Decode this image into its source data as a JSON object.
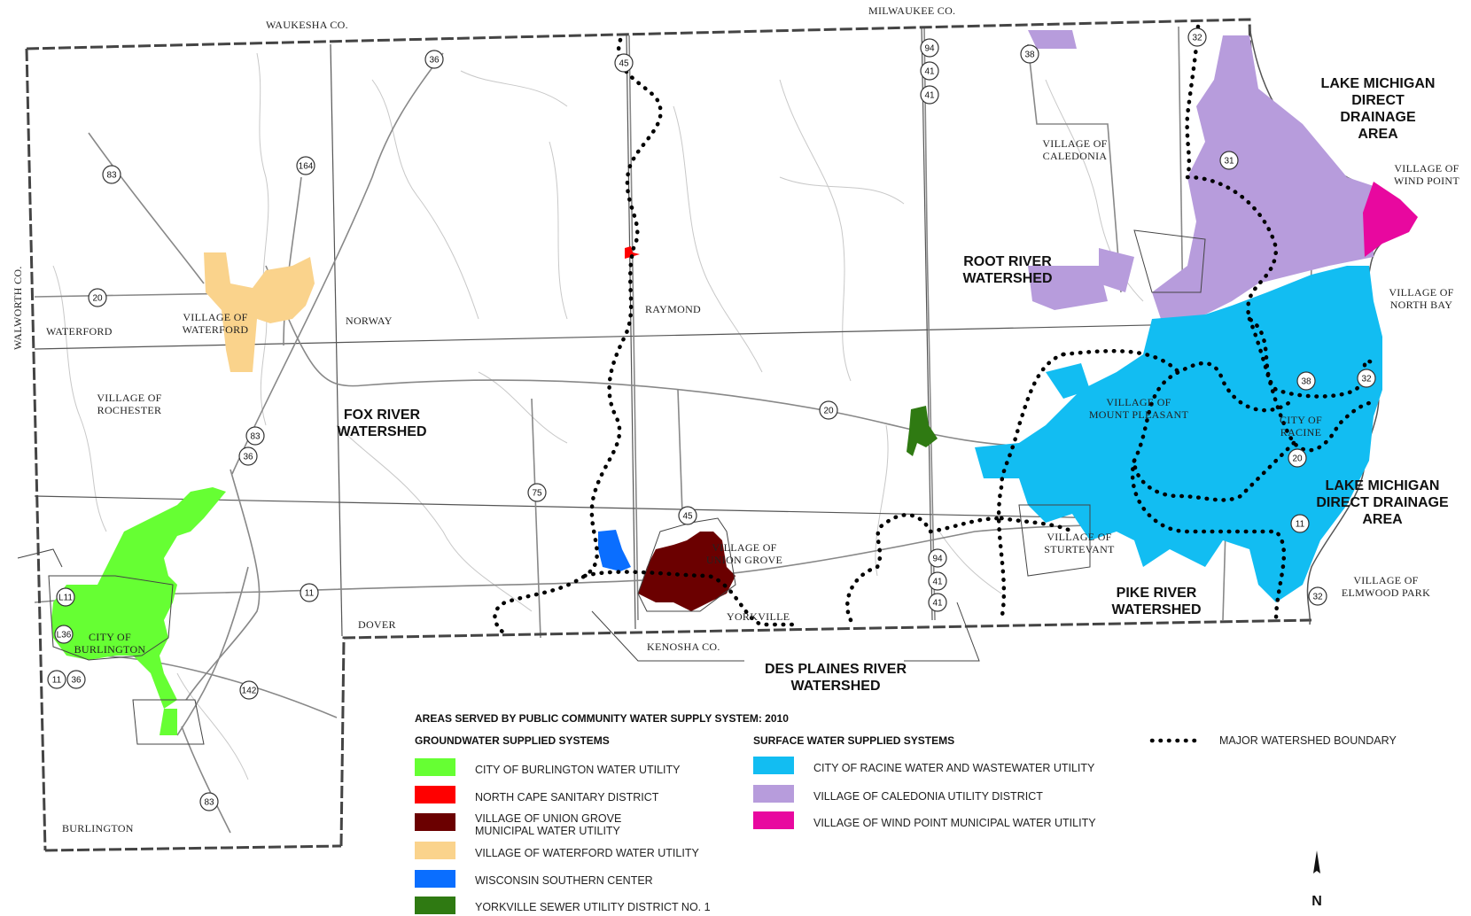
{
  "colors": {
    "burlington": "#66ff33",
    "north_cape": "#ff0000",
    "union_grove": "#6b0000",
    "waterford": "#fad38c",
    "wisconsin_southern": "#0a6eff",
    "yorkville": "#2f7a12",
    "racine": "#12bdf2",
    "caledonia": "#b79cdc",
    "wind_point": "#e8089f",
    "boundary": "#000000",
    "county_line": "#444444",
    "road": "#8a8a8a",
    "water": "#bbbbbb"
  },
  "counties": {
    "waukesha": "WAUKESHA   CO.",
    "milwaukee": "MILWAUKEE   CO.",
    "walworth": "WALWORTH   CO.",
    "kenosha": "KENOSHA   CO."
  },
  "towns": {
    "waterford": "WATERFORD",
    "norway": "NORWAY",
    "raymond": "RAYMOND",
    "dover": "DOVER",
    "yorkville": "YORKVILLE",
    "burlington": "BURLINGTON"
  },
  "places": {
    "v_waterford_1": "VILLAGE OF",
    "v_waterford_2": "WATERFORD",
    "v_rochester_1": "VILLAGE OF",
    "v_rochester_2": "ROCHESTER",
    "c_burlington_1": "CITY OF",
    "c_burlington_2": "BURLINGTON",
    "v_union_grove_1": "VILLAGE OF",
    "v_union_grove_2": "UNION GROVE",
    "v_caledonia_1": "VILLAGE OF",
    "v_caledonia_2": "CALEDONIA",
    "v_mount_pleasant_1": "VILLAGE OF",
    "v_mount_pleasant_2": "MOUNT PLEASANT",
    "c_racine_1": "CITY OF",
    "c_racine_2": "RACINE",
    "v_sturtevant_1": "VILLAGE OF",
    "v_sturtevant_2": "STURTEVANT",
    "v_wind_point_1": "VILLAGE OF",
    "v_wind_point_2": "WIND POINT",
    "v_north_bay_1": "VILLAGE OF",
    "v_north_bay_2": "NORTH BAY",
    "v_elmwood_park_1": "VILLAGE OF",
    "v_elmwood_park_2": "ELMWOOD PARK"
  },
  "watersheds": {
    "fox_1": "FOX RIVER",
    "fox_2": "WATERSHED",
    "root_1": "ROOT RIVER",
    "root_2": "WATERSHED",
    "pike_1": "PIKE RIVER",
    "pike_2": "WATERSHED",
    "desplaines_1": "DES PLAINES RIVER",
    "desplaines_2": "WATERSHED",
    "lm_north_1": "LAKE MICHIGAN",
    "lm_north_2": "DIRECT",
    "lm_north_3": "DRAINAGE",
    "lm_north_4": "AREA",
    "lm_south_1": "LAKE MICHIGAN",
    "lm_south_2": "DIRECT DRAINAGE",
    "lm_south_3": "AREA"
  },
  "shields": {
    "s36a": "36",
    "s83a": "83",
    "s164": "164",
    "s20a": "20",
    "s45a": "45",
    "s94": "94",
    "s41a": "41",
    "s41b": "41",
    "s38a": "38",
    "s32a": "32",
    "s31": "31",
    "s38b": "38",
    "s32b": "32",
    "s20b": "20",
    "s20c": "20",
    "s11a": "11",
    "s32c": "32",
    "s83b": "83",
    "s36b": "36",
    "s75": "75",
    "s45b": "45",
    "s11b": "11",
    "s94b": "94",
    "s41c": "41",
    "s41d": "41",
    "sL11": "L11",
    "sL36": "L36",
    "s11c": "11",
    "s36c": "36",
    "s142": "142",
    "s83c": "83"
  },
  "legend": {
    "title": "AREAS SERVED BY PUBLIC COMMUNITY WATER SUPPLY SYSTEM: 2010",
    "groundwater_heading": "GROUNDWATER SUPPLIED SYSTEMS",
    "surface_heading": "SURFACE WATER SUPPLIED SYSTEMS",
    "boundary_label": "MAJOR WATERSHED BOUNDARY",
    "g1": "CITY OF BURLINGTON WATER UTILITY",
    "g2": "NORTH CAPE SANITARY DISTRICT",
    "g3a": "VILLAGE OF UNION GROVE",
    "g3b": "MUNICIPAL WATER UTILITY",
    "g4": "VILLAGE OF WATERFORD WATER UTILITY",
    "g5": "WISCONSIN SOUTHERN CENTER",
    "g6": "YORKVILLE SEWER UTILITY DISTRICT NO. 1",
    "s1": "CITY OF RACINE WATER AND WASTEWATER UTILITY",
    "s2": "VILLAGE OF CALEDONIA UTILITY DISTRICT",
    "s3": "VILLAGE OF WIND POINT MUNICIPAL WATER UTILITY"
  },
  "north": "N"
}
